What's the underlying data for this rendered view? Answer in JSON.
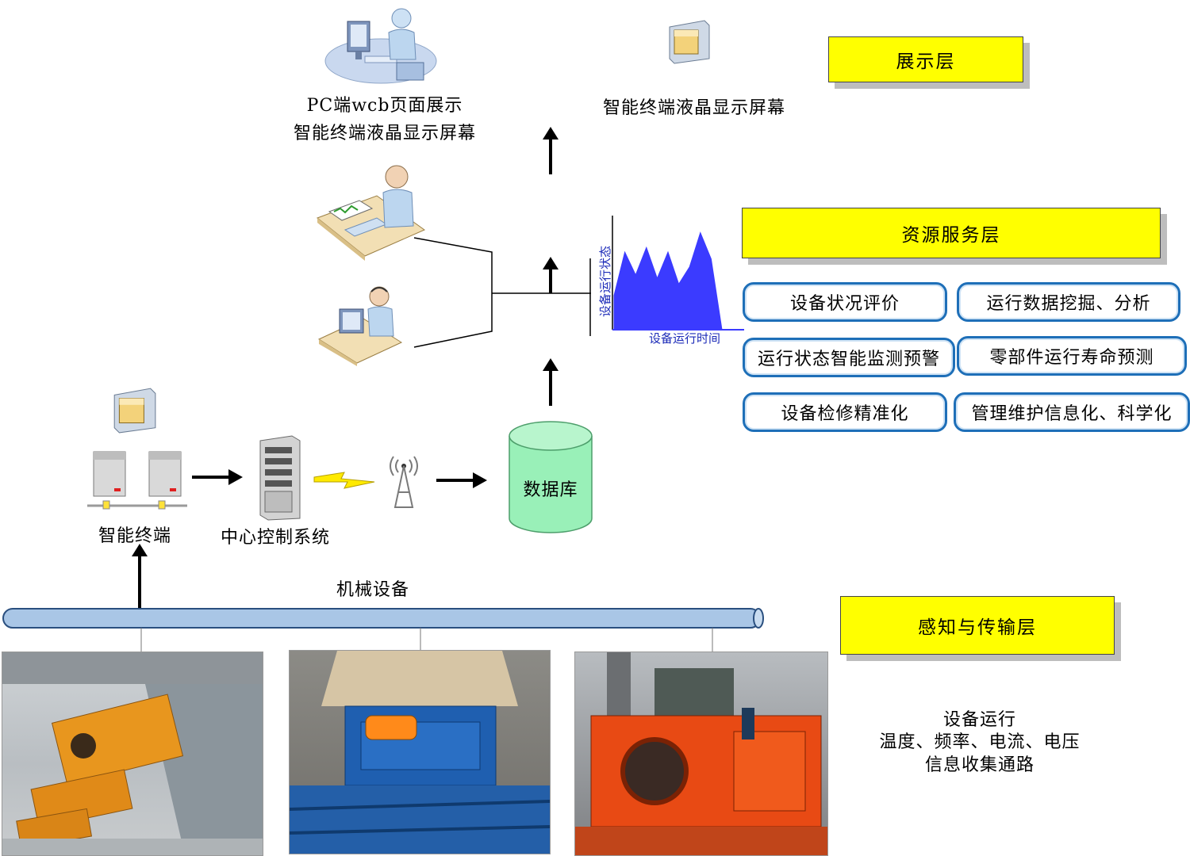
{
  "layers": {
    "display": "展示层",
    "resource": "资源服务层",
    "perception": "感知与传输层"
  },
  "display": {
    "pc_label_line1": "PC端wcb页面展示",
    "pc_label_line2": "智能终端液晶显示屏幕",
    "terminal_label": "智能终端液晶显示屏幕"
  },
  "chart": {
    "ylabel": "设备运行状态",
    "xlabel": "设备运行时间"
  },
  "chart_data": {
    "type": "area",
    "title": "",
    "xlabel": "设备运行时间",
    "ylabel": "设备运行状态",
    "x": [
      0,
      1,
      2,
      3,
      4,
      5,
      6,
      7,
      8,
      9,
      10
    ],
    "values": [
      30,
      68,
      48,
      72,
      45,
      68,
      40,
      55,
      85,
      62,
      0
    ],
    "series": [
      {
        "values": [
          30,
          68,
          48,
          72,
          45,
          68,
          40,
          55,
          85,
          62,
          0
        ]
      }
    ],
    "ylim": [
      0,
      100
    ],
    "grid": false,
    "color": "#3b3bff"
  },
  "services": [
    "设备状况评价",
    "运行数据挖掘、分析",
    "运行状态智能监测预警",
    "零部件运行寿命预测",
    "设备检修精准化",
    "管理维护信息化、科学化"
  ],
  "network": {
    "terminal": "智能终端",
    "center": "中心控制系统",
    "database": "数据库",
    "machinery": "机械设备"
  },
  "info": {
    "line1": "设备运行",
    "line2": "温度、频率、电流、电压",
    "line3": "信息收集通路"
  },
  "colors": {
    "layer_fill": "#ffff00",
    "pill_border": "#1e6fb8",
    "db_fill": "#99f0b8",
    "pipe": "#a9c6e6"
  }
}
